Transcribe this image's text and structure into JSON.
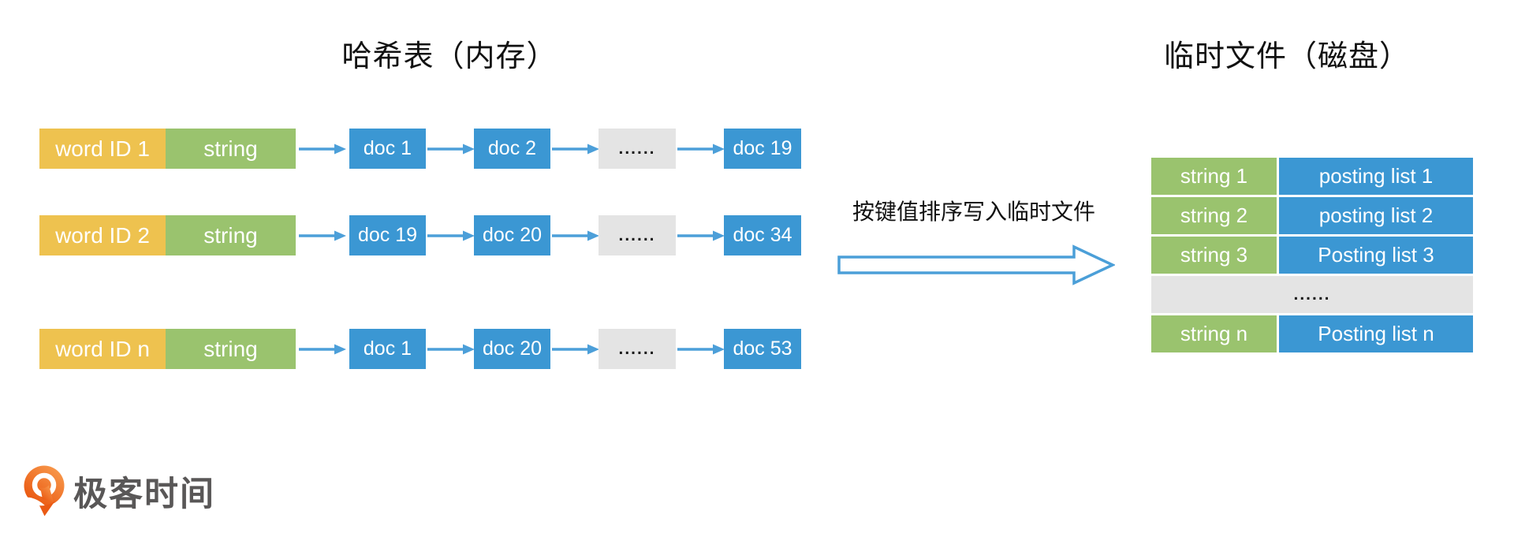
{
  "titles": {
    "left": "哈希表（内存）",
    "right": "临时文件（磁盘）"
  },
  "hash_rows": [
    {
      "word_id": "word ID 1",
      "string_label": "string",
      "docs": [
        "doc 1",
        "doc 2",
        "......",
        "doc 19"
      ]
    },
    {
      "word_id": "word ID 2",
      "string_label": "string",
      "docs": [
        "doc 19",
        "doc 20",
        "......",
        "doc 34"
      ]
    },
    {
      "word_id": "word ID n",
      "string_label": "string",
      "docs": [
        "doc 1",
        "doc 20",
        "......",
        "doc 53"
      ]
    }
  ],
  "transfer": {
    "label": "按键值排序写入临时文件"
  },
  "temp_file_table": {
    "rows": [
      {
        "key": "string 1",
        "value": "posting list 1"
      },
      {
        "key": "string 2",
        "value": "posting list 2"
      },
      {
        "key": "string 3",
        "value": "Posting list 3"
      },
      {
        "ellipsis": "......"
      },
      {
        "key": "string n",
        "value": "Posting list n"
      }
    ]
  },
  "logo": {
    "text": "极客时间"
  },
  "colors": {
    "word_id_bg": "#EEC24F",
    "string_bg": "#9AC36E",
    "doc_bg": "#3B97D3",
    "ellipsis_bg": "#E4E4E4",
    "arrow_blue": "#4C9FD9",
    "logo_orange": "#EA5A14",
    "logo_text": "#595757",
    "text_dark": "#111111"
  }
}
